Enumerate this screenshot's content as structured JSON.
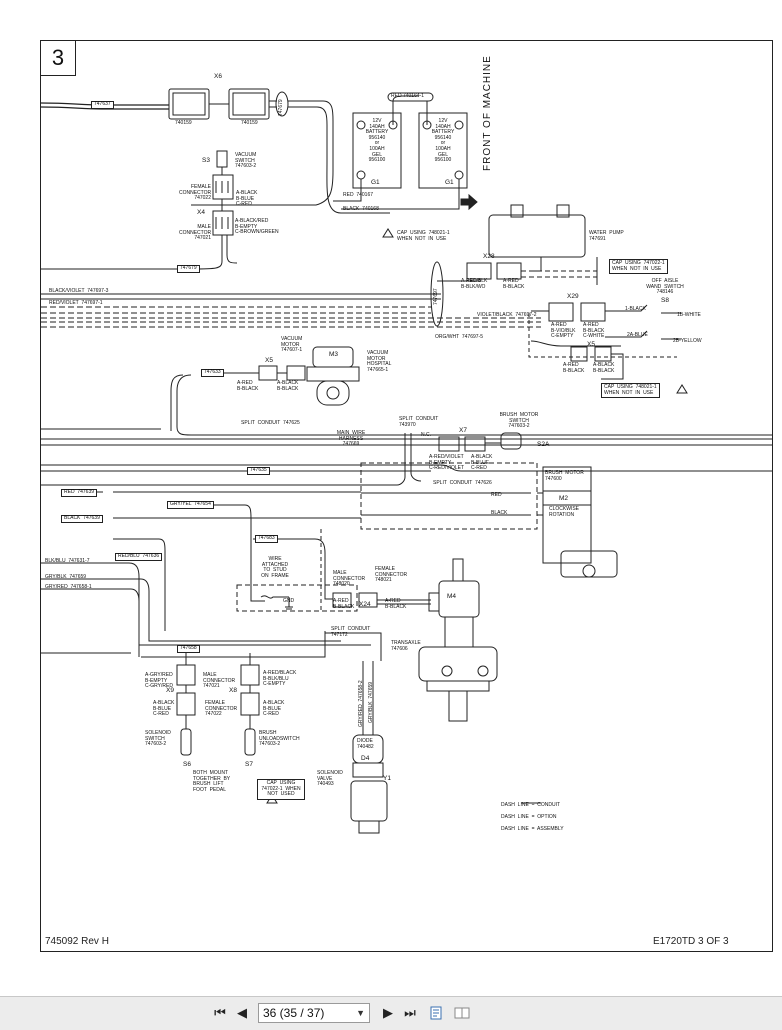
{
  "sheet": {
    "number": "3",
    "doc_number": "745092  Rev  H",
    "page_ref": "E1720TD  3  OF  3",
    "front_label": "FRONT OF MACHINE"
  },
  "labels": {
    "x6": "X6",
    "x4": "X4",
    "s3": "S3",
    "x28": "X28",
    "x29": "X29",
    "x5": "X5",
    "x5b": "X5",
    "s8": "S8",
    "m3": "M3",
    "x7": "X7",
    "s2a": "S2A",
    "m2": "M2",
    "m4": "M4",
    "x24": "X24",
    "x9": "X9",
    "x8": "X8",
    "s6": "S6",
    "s7": "S7",
    "d4": "D4",
    "y1": "Y1",
    "g1a": "G1",
    "g1b": "G1",
    "w747637": "747637",
    "w740159a": "740159",
    "w740159b": "740159",
    "red740164": "RED 740164-1",
    "w747679v": "747679",
    "bat1": "12V\n140AH\nBATTERY\n956140\nor\n100AH\nGEL\n956100",
    "bat2": "12V\n140AH\nBATTERY\n956140\nor\n100AH\nGEL\n956100",
    "red740167": "RED  740167",
    "black740168": "BLACK  740168",
    "vac_switch": "VACUUM\nSWITCH\n747603-2",
    "s3pins": "A-BLACK\nB-BLUE\nC-RED",
    "fem_conn1": "FEMALE\nCONNECTOR\n747022",
    "male_conn1": "MALE\nCONNECTOR\n747021",
    "x4pins": "A-BLACK/RED\nB-EMPTY\nC-BROWN/GREEN",
    "w747679": "747679",
    "cap1": "CAP  USING  748021-1\nWHEN  NOT  IN  USE",
    "pump": "WATER  PUMP\n747691",
    "x28pins_a": "A-RED/BLK\nB-BLK/WO",
    "x28pins_b": "A-RED\nB-BLACK",
    "cap2": "CAP  USING  747022-1\nWHEN  NOT  IN  USE",
    "black_violet": "BLACK/VIOLET  747697-3",
    "red_violet": "RED/VIOLET  747697-1",
    "violet_black": "VIOLET/BLACK  747697-2",
    "w747697v": "747697",
    "x29pins_a": "A-RED\nB-VIO/BLK\nC-EMPTY",
    "x29pins_b": "A-RED\nB-BLACK\nC-WHITE",
    "off_aisle": "OFF  AISLE\nWAND  SWITCH\n748146",
    "s8_1": "1-BLACK",
    "s8_1b": "1B-WHITE",
    "s8_2a": "2A-BLUE",
    "s8_2b": "2B-YELLOW",
    "org_wht": "ORG/WHT  747697-5",
    "x5pins_r": "A-RED\nB-BLACK",
    "x5pins_r2": "A-BLACK\nB-BLACK",
    "cap3": "CAP  USING  748021-1\nWHEN  NOT  IN  USE",
    "vac_motor": "VACUUM\nMOTOR\n747607-1",
    "vac_motor_h": "VACUUM\nMOTOR\nHOSPITAL\n747665-1",
    "w747633": "747633",
    "x5pins_l": "A-RED\nB-BLACK",
    "x5pins_l2": "A-BLACK\nB-BLACK",
    "split_conduit1": "SPLIT  CONDUIT  747625",
    "split_conduit2": "SPLIT  CONDUIT\n743970",
    "main_wire": "MAIN  WIRE\nHARNESS\n747669",
    "nc": "N.C.",
    "brush_motor_sw": "BRUSH  MOTOR\nSWITCH\n747603-2",
    "x7pins_a": "A-RED/VIOLET\nB-EMPTY\nC-RED/VIOLET",
    "x7pins_b": "A-BLACK\nB-BLUE\nC-RED",
    "w747635": "747635",
    "split_conduit3": "SPLIT  CONDUIT  747626",
    "red": "RED",
    "black": "BLACK",
    "brush_motor": "BRUSH  MOTOR\n747600",
    "clockwise": "CLOCKWISE\nROTATION",
    "red747639": "RED  747639",
    "gry_yel": "GRY/YEL  747654",
    "black747639": "BLACK  747639",
    "w747683": "747683",
    "red_blu": "RED/BLU  747636",
    "blk_blu": "BLK/BLU  747631-7",
    "gry_blk": "GRY/BLK  747659",
    "gry_red": "GRY/RED  747658-1",
    "wire_stud": "WIRE\nATTACHED\nTO  STUD\nON  FRAME",
    "gnd": "GND",
    "male_conn2": "MALE\nCONNECTOR\n748020",
    "fem_conn2": "FEMALE\nCONNECTOR\n748021",
    "x24pins_a": "A-RED\nB-BLACK",
    "x24pins_b": "A-RED\nB-BLACK",
    "split_conduit4": "SPLIT  CONDUIT\n747172",
    "transaxle": "TRANSAXLE\n747606",
    "w747658": "747658",
    "x9pins": "A-GRY/RED\nB-EMPTY\nC-GRY/RED",
    "male_conn3": "MALE\nCONNECTOR\n747021",
    "x8pins": "A-RED/BLACK\nB-BLK/BLU\nC-EMPTY",
    "x9pins_b": "A-BLACK\nB-BLUE\nC-RED",
    "fem_conn3": "FEMALE\nCONNECTOR\n747022",
    "x8pins_b": "A-BLACK\nB-BLUE\nC-RED",
    "gry_red_v": "GRY/RED  747658-2",
    "gry_blk_v": "GRY/BLK  747659",
    "solenoid_sw": "SOLENOID\nSWITCH\n747603-2",
    "brush_unload": "BRUSH\nUNLOADSWITCH\n747603-2",
    "both_mount": "BOTH  MOUNT\nTOGETHER  BY\nBRUSH  LIFT\nFOOT  PEDAL",
    "cap4": "CAP  USING\n747022-1  WHEN\nNOT  USED",
    "diode": "DIODE\n740482",
    "sol_valve": "SOLENOID\nVALVE\n740493",
    "legend": "DASH  LINE  =  CONDUIT\nDASH  LINE  =  OPTION\nDASH  LINE  =  ASSEMBLY",
    "w747613v": "747613"
  },
  "toolbar": {
    "page_selector": "36 (35 / 37)",
    "first_icon": "first-page-icon",
    "prev_icon": "previous-page-icon",
    "next_icon": "next-page-icon",
    "last_icon": "last-page-icon"
  }
}
